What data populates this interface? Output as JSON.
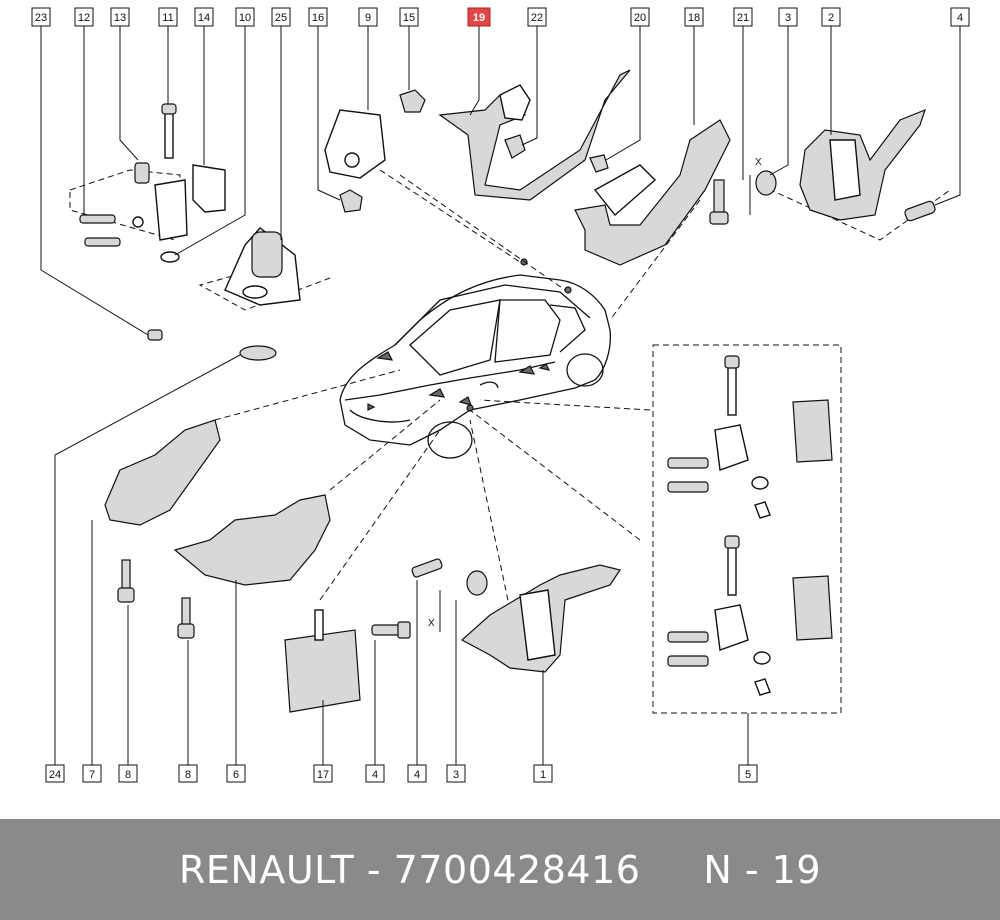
{
  "footer": {
    "brand": "RENAULT",
    "separator1": " - ",
    "part_number": "7700428416",
    "gap": "     ",
    "position": "N - 19"
  },
  "colors": {
    "footer_bg": "#8a8a8a",
    "footer_text": "#ffffff",
    "highlight": "#e04848"
  },
  "callouts_top": [
    {
      "id": "c23",
      "label": "23"
    },
    {
      "id": "c12",
      "label": "12"
    },
    {
      "id": "c13",
      "label": "13"
    },
    {
      "id": "c11",
      "label": "11"
    },
    {
      "id": "c14",
      "label": "14"
    },
    {
      "id": "c10",
      "label": "10"
    },
    {
      "id": "c25",
      "label": "25"
    },
    {
      "id": "c16",
      "label": "16"
    },
    {
      "id": "c9",
      "label": "9"
    },
    {
      "id": "c15",
      "label": "15"
    },
    {
      "id": "c19",
      "label": "19",
      "highlighted": true
    },
    {
      "id": "c22",
      "label": "22"
    },
    {
      "id": "c20",
      "label": "20"
    },
    {
      "id": "c18",
      "label": "18"
    },
    {
      "id": "c21",
      "label": "21"
    },
    {
      "id": "c3",
      "label": "3"
    },
    {
      "id": "c2",
      "label": "2"
    },
    {
      "id": "c4",
      "label": "4"
    }
  ],
  "callouts_bottom": [
    {
      "id": "b24",
      "label": "24"
    },
    {
      "id": "b7",
      "label": "7"
    },
    {
      "id": "b8a",
      "label": "8"
    },
    {
      "id": "b8b",
      "label": "8"
    },
    {
      "id": "b6",
      "label": "6"
    },
    {
      "id": "b17",
      "label": "17"
    },
    {
      "id": "b4a",
      "label": "4"
    },
    {
      "id": "b4b",
      "label": "4"
    },
    {
      "id": "b3",
      "label": "3"
    },
    {
      "id": "b1",
      "label": "1"
    },
    {
      "id": "b5",
      "label": "5"
    }
  ],
  "dimension_labels": [
    "X",
    "X"
  ]
}
